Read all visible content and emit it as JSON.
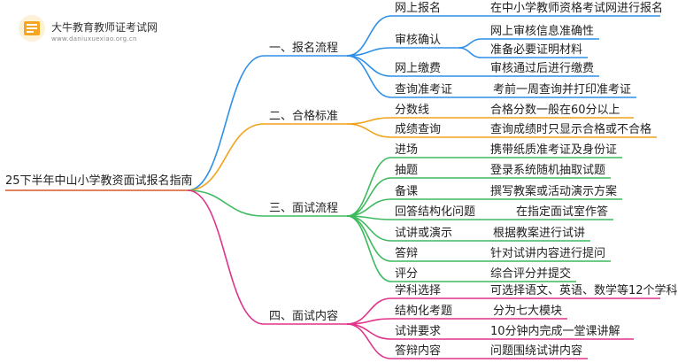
{
  "logo": {
    "name": "大牛教育教师证考试网",
    "url": "www.daniuxuexiao.org.cn"
  },
  "root": "25下半年中山小学教资面试报名指南",
  "colors": {
    "blue": "#2f8fe8",
    "orange": "#f2a21b",
    "green": "#3dba5e",
    "magenta": "#e0338a"
  },
  "branches": [
    {
      "label": "一、报名流程",
      "color": "blue",
      "items": [
        {
          "key": "网上报名",
          "value": "在中小学教师资格考试网进行报名"
        },
        {
          "key": "审核确认",
          "values": [
            "网上审核信息准确性",
            "准备必要证明材料"
          ]
        },
        {
          "key": "网上缴费",
          "value": "审核通过后进行缴费"
        },
        {
          "key": "查询准考证",
          "value": "考前一周查询并打印准考证"
        }
      ]
    },
    {
      "label": "二、合格标准",
      "color": "orange",
      "items": [
        {
          "key": "分数线",
          "value": "合格分数一般在60分以上"
        },
        {
          "key": "成绩查询",
          "value": "查询成绩时只显示合格或不合格"
        }
      ]
    },
    {
      "label": "三、面试流程",
      "color": "green",
      "items": [
        {
          "key": "进场",
          "value": "携带纸质准考证及身份证"
        },
        {
          "key": "抽题",
          "value": "登录系统随机抽取试题"
        },
        {
          "key": "备课",
          "value": "撰写教案或活动演示方案"
        },
        {
          "key": "回答结构化问题",
          "value": "在指定面试室作答"
        },
        {
          "key": "试讲或演示",
          "value": "根据教案进行试讲"
        },
        {
          "key": "答辩",
          "value": "针对试讲内容进行提问"
        },
        {
          "key": "评分",
          "value": "综合评分并提交"
        }
      ]
    },
    {
      "label": "四、面试内容",
      "color": "magenta",
      "items": [
        {
          "key": "学科选择",
          "value": "可选择语文、英语、数学等12个学科"
        },
        {
          "key": "结构化考题",
          "value": "分为七大模块"
        },
        {
          "key": "试讲要求",
          "value": "10分钟内完成一堂课讲解"
        },
        {
          "key": "答辩内容",
          "value": "问题围绕试讲内容"
        }
      ]
    }
  ]
}
